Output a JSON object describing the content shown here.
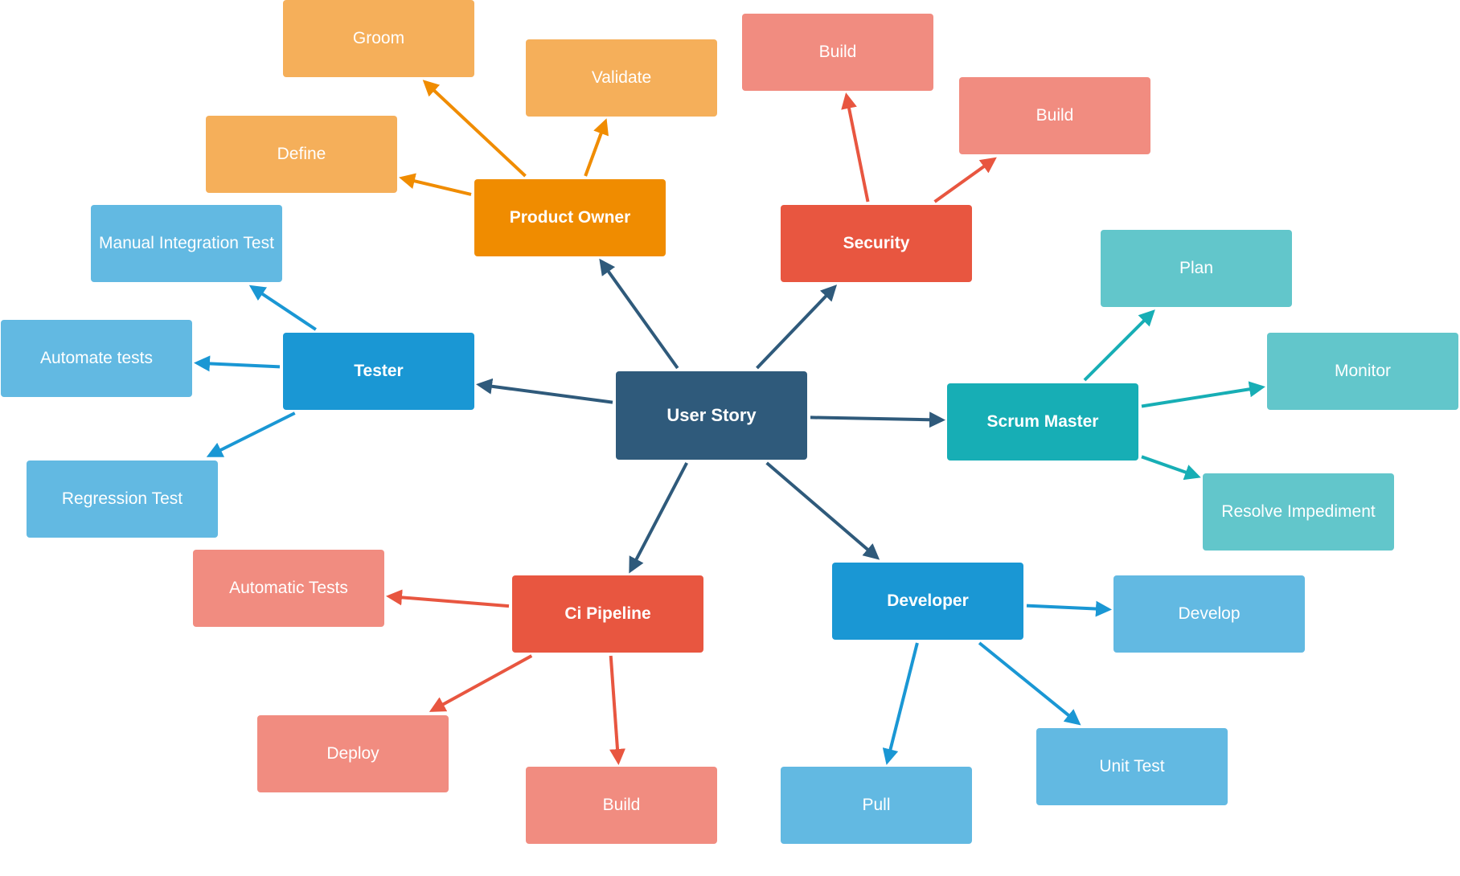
{
  "colors": {
    "hub": "#2f5a7b",
    "orange_main": "#f08c00",
    "orange_light": "#f5af5a",
    "red_main": "#e85640",
    "red_light": "#f18c80",
    "blue_main": "#1a97d4",
    "blue_light": "#62b9e2",
    "teal_main": "#17aeb5",
    "teal_light": "#62c6cb",
    "arrow_orange": "#f08c00",
    "arrow_red": "#e85640",
    "arrow_blue": "#1a97d4",
    "arrow_teal": "#17aeb5",
    "arrow_hub": "#2f5a7b"
  },
  "nodes": {
    "user_story": "User Story",
    "product_owner": "Product Owner",
    "po_groom": "Groom",
    "po_validate": "Validate",
    "po_define": "Define",
    "security": "Security",
    "sec_build_1": "Build",
    "sec_build_2": "Build",
    "scrum_master": "Scrum Master",
    "sm_plan": "Plan",
    "sm_monitor": "Monitor",
    "sm_resolve": "Resolve Impediment",
    "developer": "Developer",
    "dev_develop": "Develop",
    "dev_unit_test": "Unit Test",
    "dev_pull": "Pull",
    "ci_pipeline": "Ci Pipeline",
    "ci_automatic_tests": "Automatic Tests",
    "ci_deploy": "Deploy",
    "ci_build": "Build",
    "tester": "Tester",
    "t_manual": "Manual Integration Test",
    "t_automate": "Automate tests",
    "t_regression": "Regression Test"
  },
  "edges": [
    {
      "from": "user_story",
      "to": "product_owner",
      "color": "arrow_hub"
    },
    {
      "from": "user_story",
      "to": "security",
      "color": "arrow_hub"
    },
    {
      "from": "user_story",
      "to": "scrum_master",
      "color": "arrow_hub"
    },
    {
      "from": "user_story",
      "to": "developer",
      "color": "arrow_hub"
    },
    {
      "from": "user_story",
      "to": "ci_pipeline",
      "color": "arrow_hub"
    },
    {
      "from": "user_story",
      "to": "tester",
      "color": "arrow_hub"
    },
    {
      "from": "product_owner",
      "to": "po_groom",
      "color": "arrow_orange"
    },
    {
      "from": "product_owner",
      "to": "po_validate",
      "color": "arrow_orange"
    },
    {
      "from": "product_owner",
      "to": "po_define",
      "color": "arrow_orange"
    },
    {
      "from": "security",
      "to": "sec_build_1",
      "color": "arrow_red"
    },
    {
      "from": "security",
      "to": "sec_build_2",
      "color": "arrow_red"
    },
    {
      "from": "scrum_master",
      "to": "sm_plan",
      "color": "arrow_teal"
    },
    {
      "from": "scrum_master",
      "to": "sm_monitor",
      "color": "arrow_teal"
    },
    {
      "from": "scrum_master",
      "to": "sm_resolve",
      "color": "arrow_teal"
    },
    {
      "from": "developer",
      "to": "dev_develop",
      "color": "arrow_blue"
    },
    {
      "from": "developer",
      "to": "dev_unit_test",
      "color": "arrow_blue"
    },
    {
      "from": "developer",
      "to": "dev_pull",
      "color": "arrow_blue"
    },
    {
      "from": "ci_pipeline",
      "to": "ci_automatic_tests",
      "color": "arrow_red"
    },
    {
      "from": "ci_pipeline",
      "to": "ci_deploy",
      "color": "arrow_red"
    },
    {
      "from": "ci_pipeline",
      "to": "ci_build",
      "color": "arrow_red"
    },
    {
      "from": "tester",
      "to": "t_manual",
      "color": "arrow_blue"
    },
    {
      "from": "tester",
      "to": "t_automate",
      "color": "arrow_blue"
    },
    {
      "from": "tester",
      "to": "t_regression",
      "color": "arrow_blue"
    }
  ]
}
